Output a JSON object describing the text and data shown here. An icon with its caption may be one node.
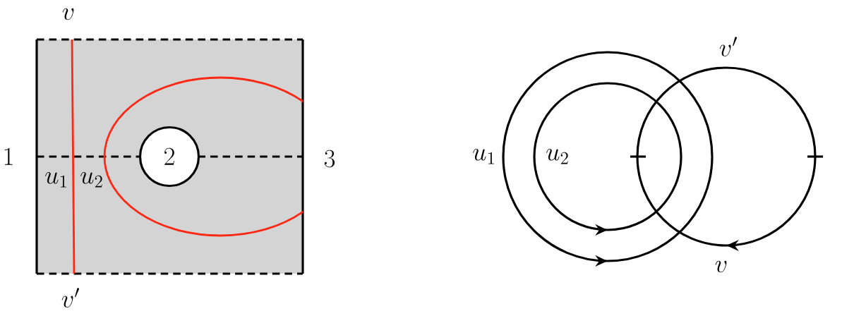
{
  "diagram": {
    "nodes": [
      {
        "text": [
          "2"
        ]
      }
    ],
    "labels": [
      "v",
      "v'",
      "1",
      "3",
      "u_1",
      "u_2",
      "u_1",
      "u_2",
      "v'",
      "v"
    ]
  }
}
